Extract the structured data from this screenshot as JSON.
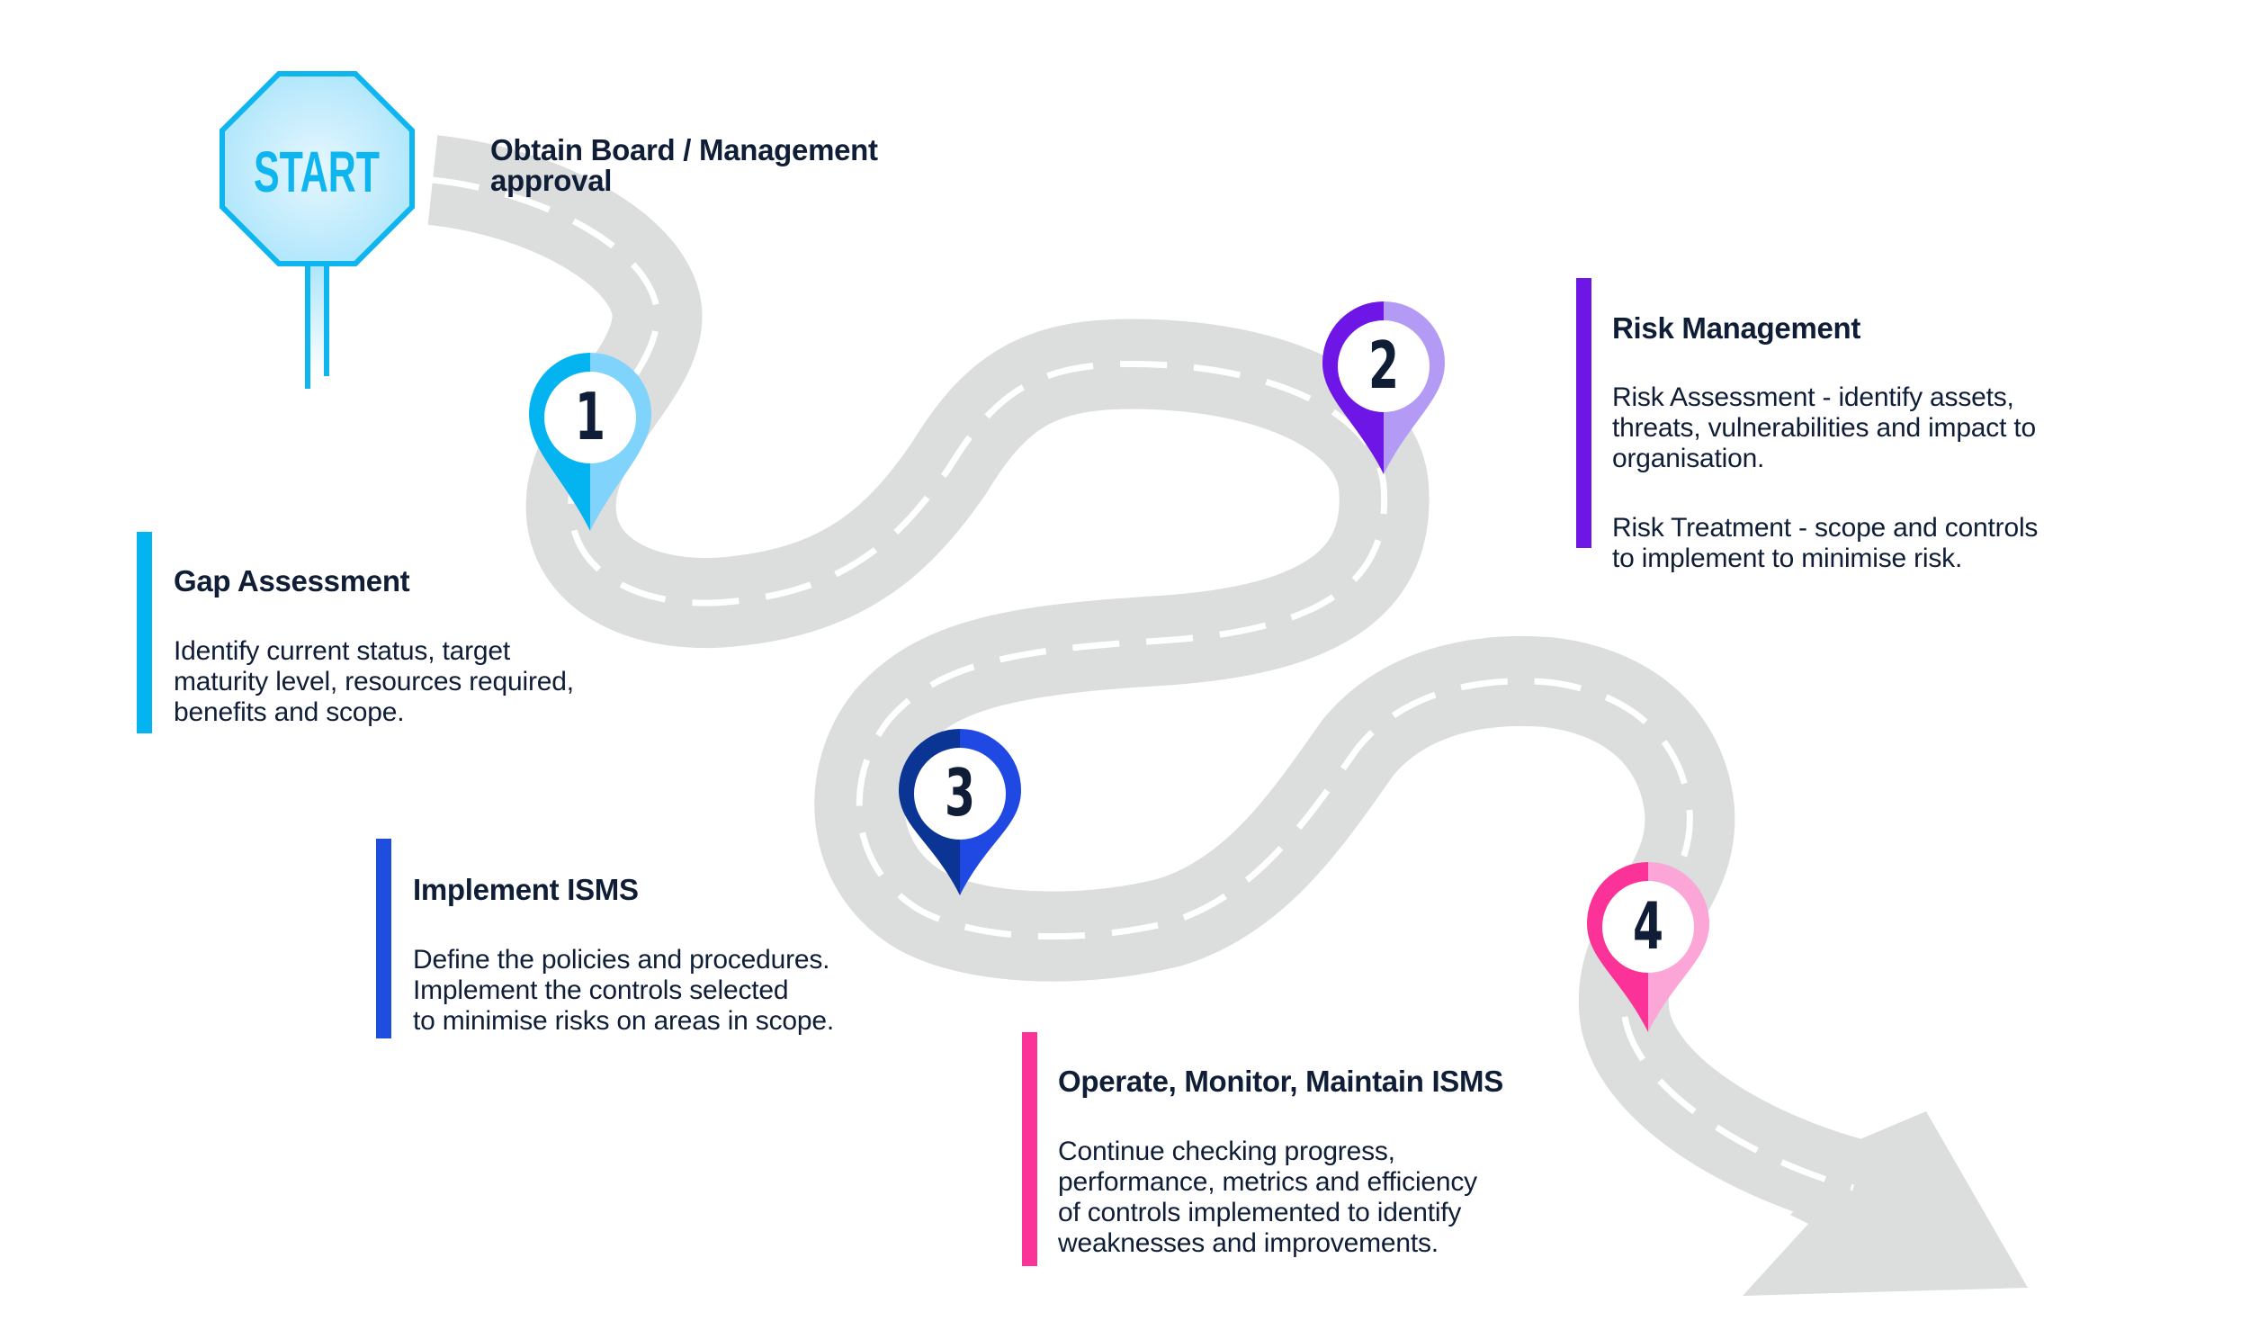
{
  "colors": {
    "road": "#dcdddd",
    "lane_marking": "#ffffff",
    "text_dark": "#0f1e36",
    "start_sign_border": "#0fb5ef",
    "start_sign_fill_center": "#e6f7fe",
    "start_sign_fill_edge": "#a9e4fb",
    "step1_dark": "#04b4f0",
    "step1_light": "#80d3fb",
    "step2_dark": "#6d16e6",
    "step2_light": "#b39af4",
    "step3_dark": "#0a3595",
    "step3_light": "#2049e3",
    "step4_dark": "#fb3398",
    "step4_light": "#fba6d6"
  },
  "start": {
    "sign_label": "START",
    "caption_lines": [
      "Obtain Board / Management",
      "approval"
    ]
  },
  "steps": [
    {
      "number": "1",
      "title": "Gap Assessment",
      "paragraphs": [
        "Identify current status, target\nmaturity level, resources required,\nbenefits and scope."
      ],
      "accent": "#04b4f0"
    },
    {
      "number": "2",
      "title": "Risk Management",
      "paragraphs": [
        "Risk Assessment - identify assets,\nthreats, vulnerabilities and impact to\norganisation.",
        "Risk Treatment - scope and controls\nto implement to minimise risk."
      ],
      "accent": "#6d16e6"
    },
    {
      "number": "3",
      "title": "Implement ISMS",
      "paragraphs": [
        "Define the policies and procedures.\nImplement the controls selected\nto minimise risks on areas in scope."
      ],
      "accent": "#1f4ddd"
    },
    {
      "number": "4",
      "title": "Operate, Monitor, Maintain ISMS",
      "paragraphs": [
        "Continue checking progress,\nperformance, metrics and efficiency\nof controls implemented to identify\nweaknesses and improvements."
      ],
      "accent": "#fb3398"
    }
  ]
}
